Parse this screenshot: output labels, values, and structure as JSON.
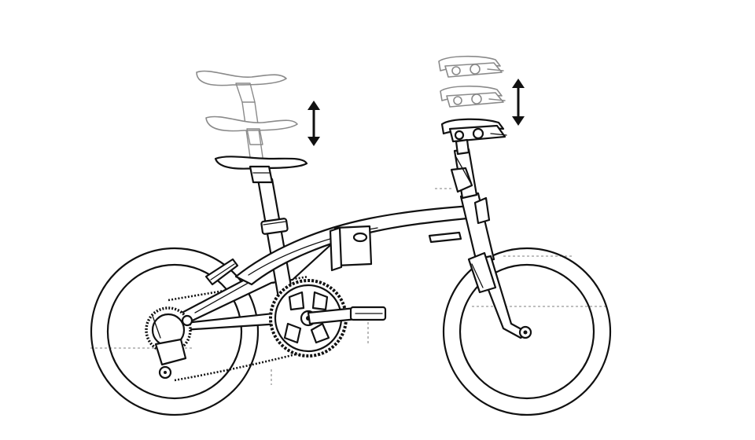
{
  "figure": {
    "subject": "folding-bike-illustration",
    "colors": {
      "line": "#111111",
      "ghost_line": "#8a8a8a",
      "background": "#ffffff"
    },
    "icons": {
      "saddle_adjust_arrow": "double-vertical-arrow-icon",
      "handlebar_adjust_arrow": "double-vertical-arrow-icon"
    },
    "saddle_positions": 3,
    "handlebar_positions": 3
  }
}
